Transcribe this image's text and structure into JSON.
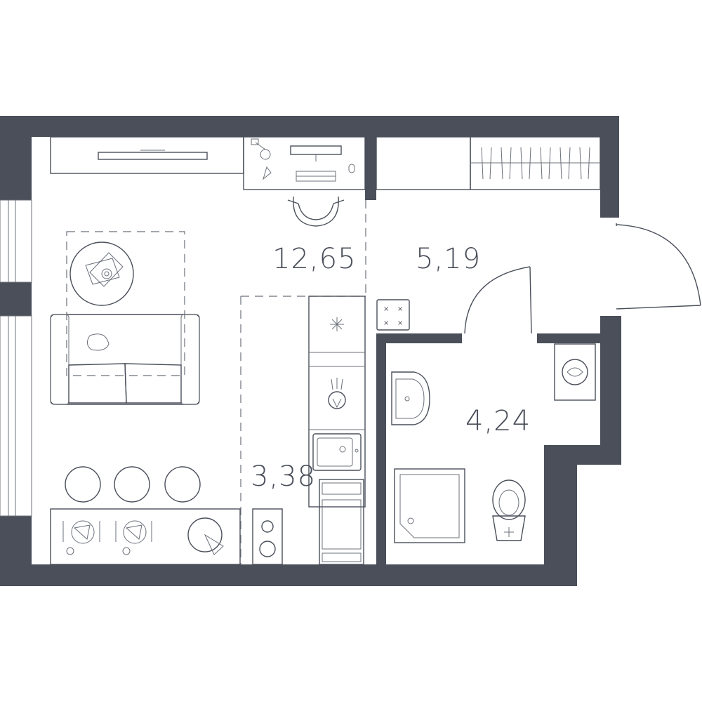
{
  "plan": {
    "wall_color": "#4a4f5a",
    "rooms": [
      {
        "id": "living",
        "area": "12,65"
      },
      {
        "id": "hallway",
        "area": "5,19"
      },
      {
        "id": "kitchen",
        "area": "3,38"
      },
      {
        "id": "bathroom",
        "area": "4,24"
      }
    ]
  }
}
